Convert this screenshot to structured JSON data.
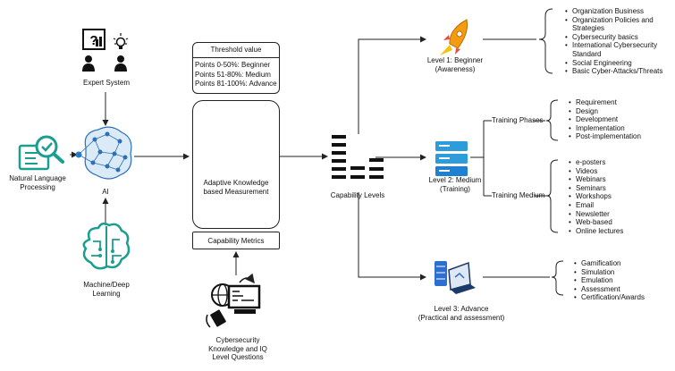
{
  "nodes": {
    "expert_system": "Expert System",
    "nlp": [
      "Natural Language",
      "Processing"
    ],
    "ai": "AI",
    "ml": [
      "Machine/Deep",
      "Learning"
    ],
    "threshold_title": "Threshold value",
    "threshold_rows": [
      "Points 0-50%: Beginner",
      "Points 51-80%: Medium",
      "Points 81-100%: Advance"
    ],
    "akbm": [
      "Adaptive Knowledge",
      "based Measurement"
    ],
    "capability_metrics": "Capability Metrics",
    "questions": [
      "Cybersecurity",
      "Knowledge and IQ",
      "Level Questions"
    ],
    "capability_levels": "Capability Levels",
    "level1": [
      "Level 1: Beginner",
      "(Awareness)"
    ],
    "level2": [
      "Level 2: Medium",
      "(Training)"
    ],
    "level3": [
      "Level 3: Advance",
      "(Practical and assessment)"
    ],
    "training_phases": "Training Phases",
    "training_medium": "Training Medium"
  },
  "lists": {
    "level1_topics": [
      "Organization Business",
      "Organization Policies and",
      "Strategies",
      "Cybersecurity basics",
      "International Cybersecurity",
      "Standard",
      "Social Engineering",
      "Basic Cyber-Attacks/Threats"
    ],
    "phases": [
      "Requirement",
      "Design",
      "Development",
      "Implementation",
      "Post-implementation"
    ],
    "mediums": [
      "e-posters",
      "Videos",
      "Webinars",
      "Seminars",
      "Workshops",
      "Email",
      "Newsletter",
      "Web-based",
      "Online lectures"
    ],
    "level3_topics": [
      "Gamification",
      "Simulation",
      "Emulation",
      "Assessment",
      "Certification/Awards"
    ]
  },
  "colors": {
    "teal": "#1a9e8f",
    "blue": "#1f7fd1",
    "rocket_orange": "#f39c12",
    "navy": "#1b3a6b"
  },
  "icons": [
    "expert-system-icon",
    "nlp-icon",
    "ai-brain-icon",
    "machine-learning-icon",
    "head-gear-icon",
    "cyber-questions-icon",
    "capability-bars-icon",
    "rocket-icon",
    "training-stack-icon",
    "server-laptop-icon"
  ]
}
